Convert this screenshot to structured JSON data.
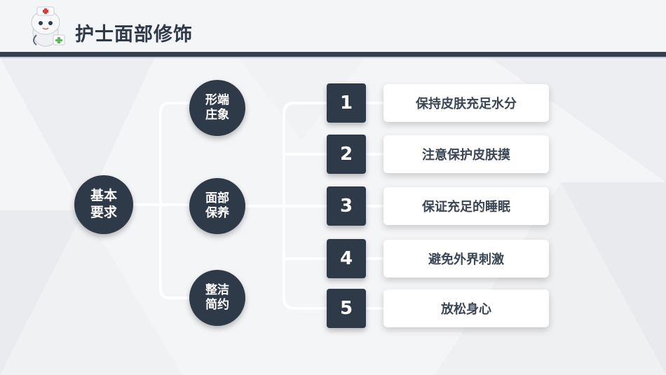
{
  "header": {
    "title": "护士面部修饰"
  },
  "diagram": {
    "root": {
      "line1": "基本",
      "line2": "要求"
    },
    "branches": [
      {
        "line1": "形端",
        "line2": "庄象"
      },
      {
        "line1": "面部",
        "line2": "保养"
      },
      {
        "line1": "整洁",
        "line2": "简约"
      }
    ],
    "items": [
      {
        "num": "1",
        "text": "保持皮肤充足水分"
      },
      {
        "num": "2",
        "text": "注意保护皮肤摸"
      },
      {
        "num": "3",
        "text": "保证充足的睡眠"
      },
      {
        "num": "4",
        "text": "避免外界刺激"
      },
      {
        "num": "5",
        "text": "放松身心"
      }
    ]
  },
  "colors": {
    "dark": "#2f3a49",
    "line": "#ffffff",
    "background": "#f4f5f7"
  }
}
